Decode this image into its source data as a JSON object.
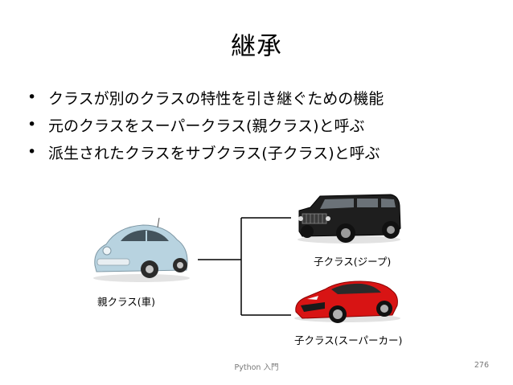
{
  "slide": {
    "title": "継承",
    "bullets": [
      "クラスが別のクラスの特性を引き継ぐための機能",
      "元のクラスをスーパークラス(親クラス)と呼ぶ",
      "派生されたクラスをサブクラス(子クラス)と呼ぶ"
    ],
    "bullet_symbol": "•"
  },
  "diagram": {
    "parent_label": "親クラス(車)",
    "child1_label": "子クラス(ジープ)",
    "child2_label": "子クラス(スーパーカー)",
    "images": {
      "parent": "beetle-car-image",
      "child1": "jeep-image",
      "child2": "supercar-image"
    },
    "colors": {
      "beetle": "#b8d3e0",
      "jeep": "#1e1e1e",
      "supercar": "#d81414"
    }
  },
  "footer": {
    "center_text": "Python 入門",
    "page_number": "276"
  }
}
